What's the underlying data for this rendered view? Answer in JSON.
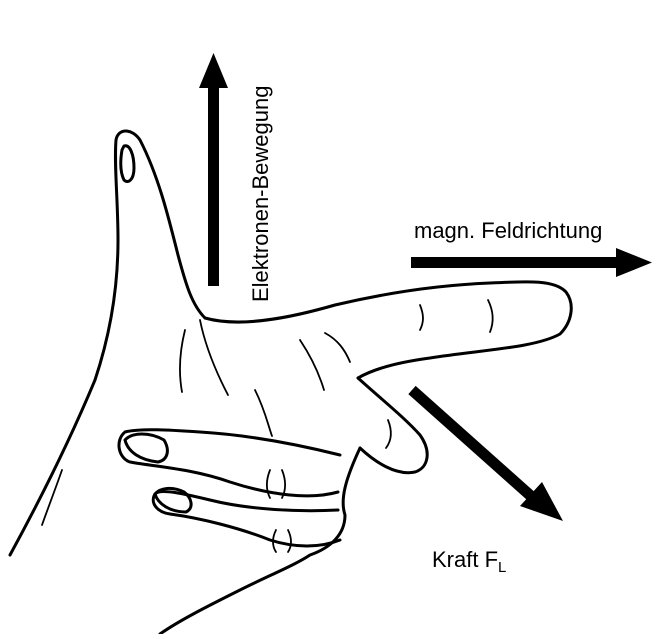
{
  "colors": {
    "ink": "#000000",
    "background": "#ffffff"
  },
  "labels": {
    "electron_motion": "Elektronen-Bewegung",
    "field_direction": "magn. Feldrichtung",
    "force_prefix": "Kraft F",
    "force_subscript": "L"
  },
  "arrows": [
    {
      "name": "arrow-electron-motion",
      "direction": "up"
    },
    {
      "name": "arrow-field-direction",
      "direction": "right"
    },
    {
      "name": "arrow-force",
      "direction": "down-right"
    }
  ]
}
